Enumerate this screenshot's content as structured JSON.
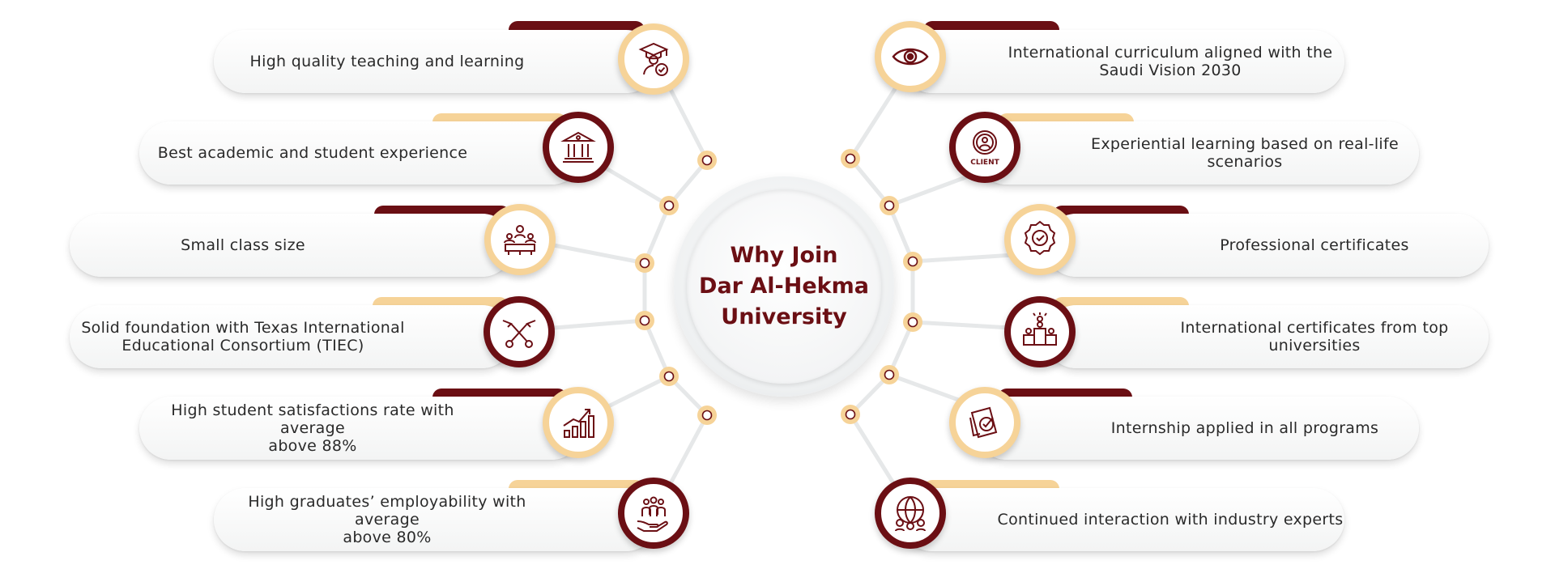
{
  "center": {
    "line1": "Why Join",
    "line2": "Dar Al-Hekma",
    "line3": "University"
  },
  "colors": {
    "dark": "#6b0f14",
    "light": "#f6d398",
    "line": "#e6e8e9"
  },
  "left_items": [
    {
      "text": "High quality teaching and learning",
      "icon": "graduate-check-icon"
    },
    {
      "text": "Best academic and student experience",
      "icon": "university-building-icon"
    },
    {
      "text": "Small class size",
      "icon": "classroom-icon"
    },
    {
      "text": "Solid foundation with Texas International\nEducational Consortium (TIEC)",
      "icon": "ribbon-cutting-icon"
    },
    {
      "text": "High student satisfactions rate with average\nabove 88%",
      "icon": "growth-chart-icon"
    },
    {
      "text": "High graduates’ employability with average\nabove  80%",
      "icon": "team-hand-icon"
    }
  ],
  "right_items": [
    {
      "text": "International curriculum aligned with the\nSaudi Vision 2030",
      "icon": "eye-icon"
    },
    {
      "text": "Experiential learning based on real-life\nscenarios",
      "icon": "client-badge-icon",
      "icon_label": "CLIENT"
    },
    {
      "text": "Professional certificates",
      "icon": "certificate-rosette-icon"
    },
    {
      "text": "International certificates from top universities",
      "icon": "podium-icon"
    },
    {
      "text": "Internship applied in all programs",
      "icon": "approved-document-icon"
    },
    {
      "text": "Continued interaction with industry experts",
      "icon": "globe-network-icon"
    }
  ]
}
